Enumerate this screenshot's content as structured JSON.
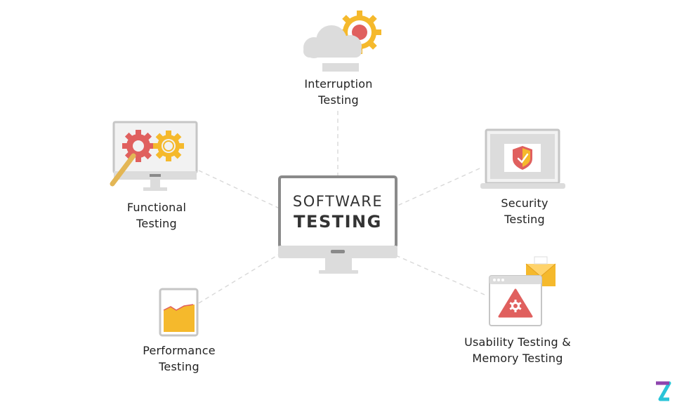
{
  "center": {
    "line1": "SOFTWARE",
    "line2": "TESTING"
  },
  "nodes": {
    "interruption": {
      "line1": "Interruption",
      "line2": "Testing",
      "icon": "cloud-gear-icon"
    },
    "functional": {
      "line1": "Functional",
      "line2": "Testing",
      "icon": "monitor-gears-wrench-icon"
    },
    "security": {
      "line1": "Security",
      "line2": "Testing",
      "icon": "laptop-shield-icon"
    },
    "performance": {
      "line1": "Performance",
      "line2": "Testing",
      "icon": "tablet-chart-icon"
    },
    "usability": {
      "line1": "Usability Testing &",
      "line2": "Memory Testing",
      "icon": "warning-window-envelope-icon"
    }
  },
  "brand_logo": "z-logo-icon",
  "colors": {
    "gray_dark": "#8a8a8a",
    "gray_light": "#dcdcdc",
    "yellow": "#f5b92c",
    "red": "#e0605e",
    "connector": "#d8d8d8"
  }
}
